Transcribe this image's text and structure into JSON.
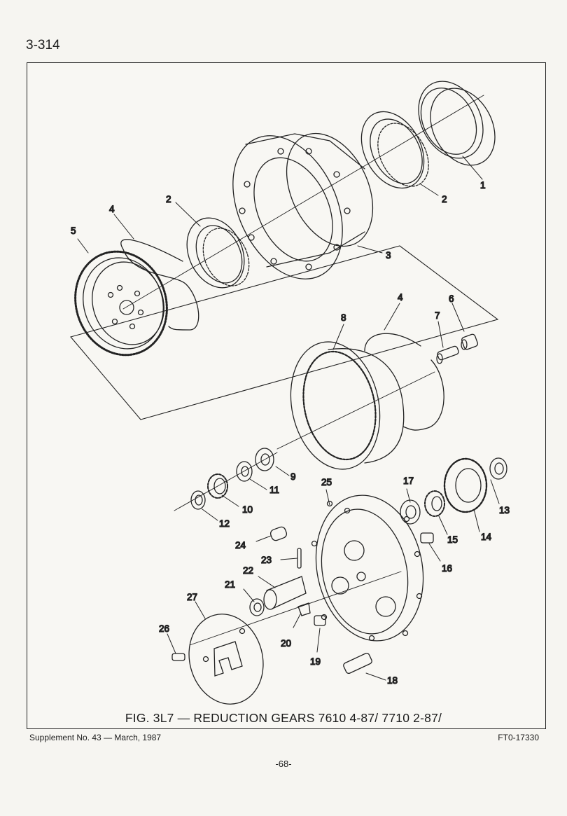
{
  "page": {
    "number": "3-314",
    "caption": "FIG. 3L7 — REDUCTION GEARS 7610 4-87/ 7710 2-87/",
    "supplement": "Supplement No. 43 — March, 1987",
    "ref_code": "FT0-17330",
    "footer": "-68-"
  },
  "callouts": {
    "c1": "1",
    "c2a": "2",
    "c2b": "2",
    "c3": "3",
    "c4a": "4",
    "c4b": "4",
    "c5": "5",
    "c6": "6",
    "c7": "7",
    "c8": "8",
    "c9": "9",
    "c10": "10",
    "c11": "11",
    "c12": "12",
    "c13": "13",
    "c14": "14",
    "c15": "15",
    "c16": "16",
    "c17": "17",
    "c18": "18",
    "c19": "19",
    "c20": "20",
    "c21": "21",
    "c22": "22",
    "c23": "23",
    "c24": "24",
    "c25": "25",
    "c26": "26",
    "c27": "27"
  }
}
